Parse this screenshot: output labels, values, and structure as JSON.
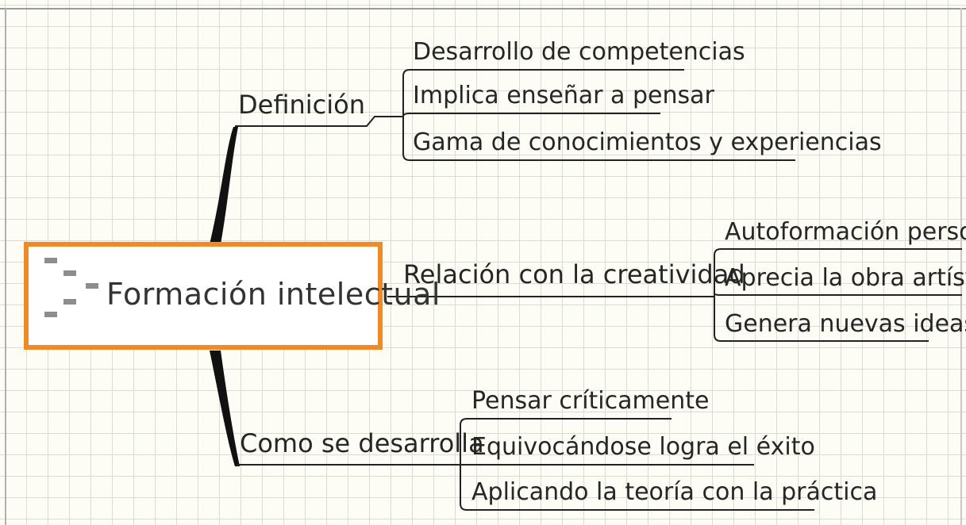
{
  "central": {
    "title": "Formación intelectual",
    "border_color": "#ef8a26",
    "icon": "mindmap-icon"
  },
  "branches": [
    {
      "label": "Definición",
      "children": [
        "Desarrollo de competencias",
        "Implica enseñar a pensar",
        "Gama de conocimientos y experiencias"
      ]
    },
    {
      "label": "Relación con la creatividad",
      "children": [
        "Autoformación personal",
        "Aprecia la obra artística",
        "Genera nuevas ideas"
      ]
    },
    {
      "label": "Como se desarrolla",
      "children": [
        "Pensar críticamente",
        "Equivocándose logra el éxito",
        "Aplicando  la teoría con la práctica"
      ]
    }
  ]
}
